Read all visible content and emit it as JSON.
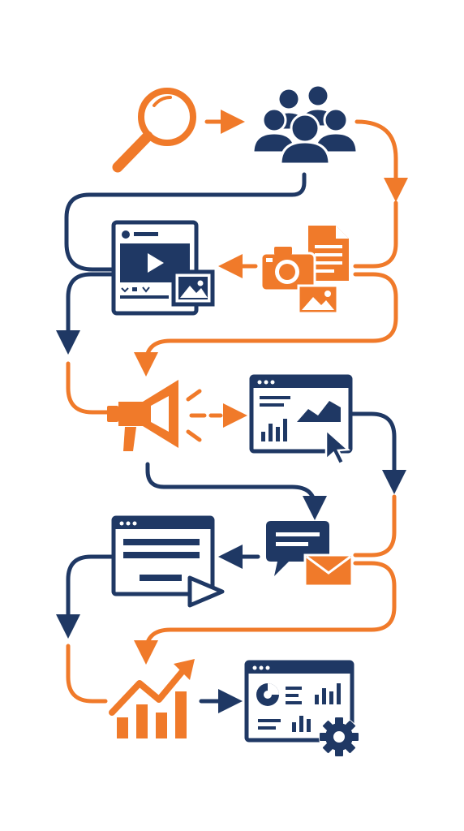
{
  "colors": {
    "navy": "#1f3864",
    "orange": "#f07a2a",
    "background": "#ffffff"
  },
  "flow": {
    "steps": [
      {
        "id": "search",
        "icon": "magnifying-glass-icon",
        "color": "orange"
      },
      {
        "id": "audience",
        "icon": "user-group-icon",
        "color": "navy"
      },
      {
        "id": "media-assets",
        "icon": "camera-document-image-icon",
        "color": "orange"
      },
      {
        "id": "video-post",
        "icon": "video-post-window-icon",
        "color": "navy"
      },
      {
        "id": "promotion",
        "icon": "megaphone-icon",
        "color": "orange"
      },
      {
        "id": "web-analytics",
        "icon": "browser-chart-cursor-icon",
        "color": "navy"
      },
      {
        "id": "messaging",
        "icon": "chat-bubble-envelope-icon",
        "color": "navy"
      },
      {
        "id": "landing-page",
        "icon": "browser-form-play-icon",
        "color": "navy"
      },
      {
        "id": "growth",
        "icon": "rising-bar-chart-icon",
        "color": "orange"
      },
      {
        "id": "report-dashboard",
        "icon": "dashboard-gear-icon",
        "color": "navy"
      }
    ]
  }
}
